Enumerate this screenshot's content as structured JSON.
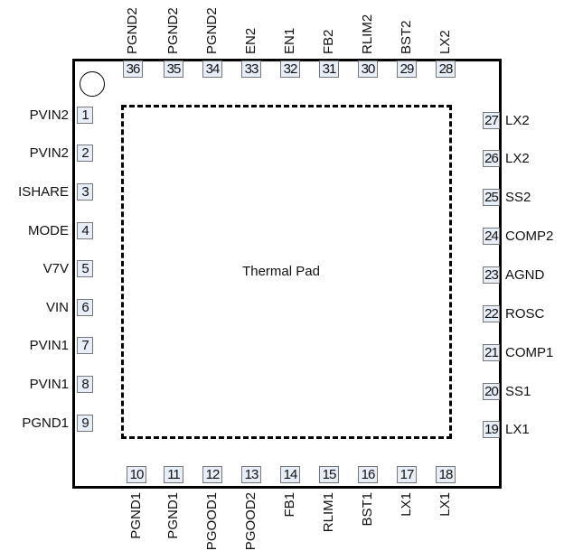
{
  "diagram": {
    "type": "ic-pinout",
    "package": "QFN-36",
    "center_label": "Thermal Pad",
    "pins": {
      "left": [
        {
          "num": "1",
          "name": "PVIN2"
        },
        {
          "num": "2",
          "name": "PVIN2"
        },
        {
          "num": "3",
          "name": "ISHARE"
        },
        {
          "num": "4",
          "name": "MODE"
        },
        {
          "num": "5",
          "name": "V7V"
        },
        {
          "num": "6",
          "name": "VIN"
        },
        {
          "num": "7",
          "name": "PVIN1"
        },
        {
          "num": "8",
          "name": "PVIN1"
        },
        {
          "num": "9",
          "name": "PGND1"
        }
      ],
      "bottom": [
        {
          "num": "10",
          "name": "PGND1"
        },
        {
          "num": "11",
          "name": "PGND1"
        },
        {
          "num": "12",
          "name": "PGOOD1"
        },
        {
          "num": "13",
          "name": "PGOOD2"
        },
        {
          "num": "14",
          "name": "FB1"
        },
        {
          "num": "15",
          "name": "RLIM1"
        },
        {
          "num": "16",
          "name": "BST1"
        },
        {
          "num": "17",
          "name": "LX1"
        },
        {
          "num": "18",
          "name": "LX1"
        }
      ],
      "right": [
        {
          "num": "19",
          "name": "LX1"
        },
        {
          "num": "20",
          "name": "SS1"
        },
        {
          "num": "21",
          "name": "COMP1"
        },
        {
          "num": "22",
          "name": "ROSC"
        },
        {
          "num": "23",
          "name": "AGND"
        },
        {
          "num": "24",
          "name": "COMP2"
        },
        {
          "num": "25",
          "name": "SS2"
        },
        {
          "num": "26",
          "name": "LX2"
        },
        {
          "num": "27",
          "name": "LX2"
        }
      ],
      "top": [
        {
          "num": "28",
          "name": "LX2"
        },
        {
          "num": "29",
          "name": "BST2"
        },
        {
          "num": "30",
          "name": "RLIM2"
        },
        {
          "num": "31",
          "name": "FB2"
        },
        {
          "num": "32",
          "name": "EN1"
        },
        {
          "num": "33",
          "name": "EN2"
        },
        {
          "num": "34",
          "name": "PGND2"
        },
        {
          "num": "35",
          "name": "PGND2"
        },
        {
          "num": "36",
          "name": "PGND2"
        }
      ]
    }
  }
}
